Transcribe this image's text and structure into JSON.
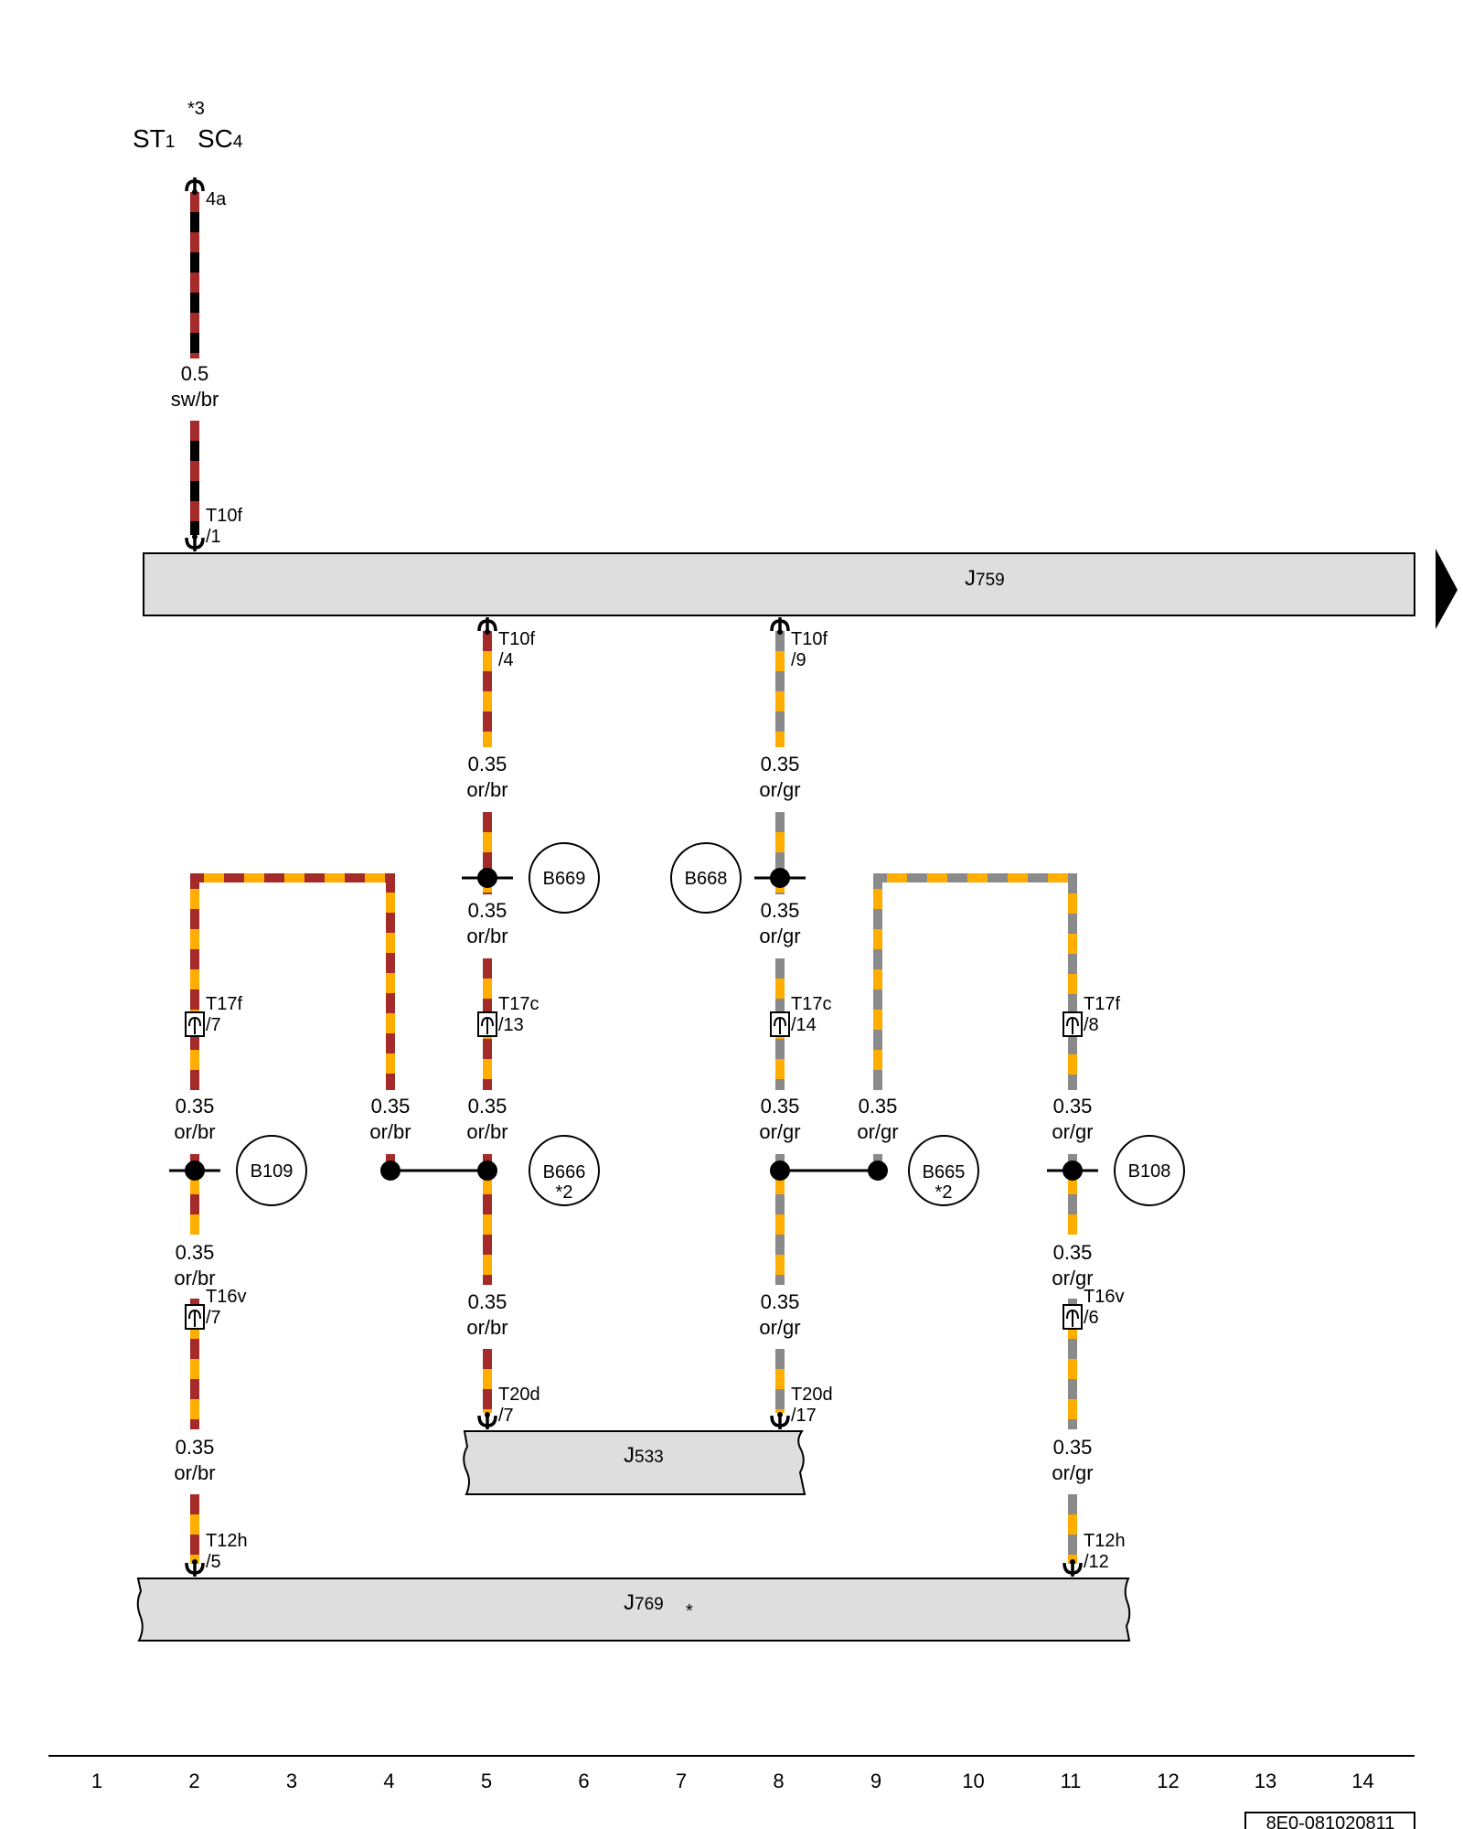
{
  "header": {
    "note": "*3",
    "terminals": [
      {
        "main": "ST",
        "sub": "1"
      },
      {
        "main": "SC",
        "sub": "4"
      }
    ]
  },
  "colors": {
    "black": "#000000",
    "brown": "#a52a2a",
    "orange": "#ffae00",
    "grey": "#8a8a8a",
    "component_fill": "#dedede"
  },
  "components": {
    "J759": {
      "main": "J",
      "sub": "759"
    },
    "J533": {
      "main": "J",
      "sub": "533"
    },
    "J769": {
      "main": "J",
      "sub": "769",
      "note": "*"
    }
  },
  "connectors": {
    "c4a": "4a",
    "t10f_1": {
      "name": "T10f",
      "pin": "/1"
    },
    "t10f_4": {
      "name": "T10f",
      "pin": "/4"
    },
    "t10f_9": {
      "name": "T10f",
      "pin": "/9"
    },
    "t17f_7": {
      "name": "T17f",
      "pin": "/7"
    },
    "t17c_13": {
      "name": "T17c",
      "pin": "/13"
    },
    "t17c_14": {
      "name": "T17c",
      "pin": "/14"
    },
    "t17f_8": {
      "name": "T17f",
      "pin": "/8"
    },
    "t16v_7": {
      "name": "T16v",
      "pin": "/7"
    },
    "t16v_6": {
      "name": "T16v",
      "pin": "/6"
    },
    "t20d_7": {
      "name": "T20d",
      "pin": "/7"
    },
    "t20d_17": {
      "name": "T20d",
      "pin": "/17"
    },
    "t12h_5": {
      "name": "T12h",
      "pin": "/5"
    },
    "t12h_12": {
      "name": "T12h",
      "pin": "/12"
    }
  },
  "wire_labels": {
    "w_swbr": {
      "gauge": "0.5",
      "color": "sw/br"
    },
    "w_top_br": {
      "gauge": "0.35",
      "color": "or/br"
    },
    "w_top_gr": {
      "gauge": "0.35",
      "color": "or/gr"
    },
    "w_mid_br": {
      "gauge": "0.35",
      "color": "or/br"
    },
    "w_mid_gr": {
      "gauge": "0.35",
      "color": "or/gr"
    },
    "w_c2_upper": {
      "gauge": "0.35",
      "color": "or/br"
    },
    "w_c4_upper": {
      "gauge": "0.35",
      "color": "or/br"
    },
    "w_c5_upper": {
      "gauge": "0.35",
      "color": "or/br"
    },
    "w_c8_upper": {
      "gauge": "0.35",
      "color": "or/gr"
    },
    "w_c9_upper": {
      "gauge": "0.35",
      "color": "or/gr"
    },
    "w_c11_upper": {
      "gauge": "0.35",
      "color": "or/gr"
    },
    "w_c2_lower": {
      "gauge": "0.35",
      "color": "or/br"
    },
    "w_c11_lower": {
      "gauge": "0.35",
      "color": "or/gr"
    },
    "w_c5_lower": {
      "gauge": "0.35",
      "color": "or/br"
    },
    "w_c8_lower": {
      "gauge": "0.35",
      "color": "or/gr"
    },
    "w_c2_bottom": {
      "gauge": "0.35",
      "color": "or/br"
    },
    "w_c11_bottom": {
      "gauge": "0.35",
      "color": "or/gr"
    }
  },
  "splices": {
    "b669": {
      "label": "B669"
    },
    "b668": {
      "label": "B668"
    },
    "b109": {
      "label": "B109"
    },
    "b666": {
      "label": "B666",
      "note": "*2"
    },
    "b665": {
      "label": "B665",
      "note": "*2"
    },
    "b108": {
      "label": "B108"
    }
  },
  "ruler": [
    "1",
    "2",
    "3",
    "4",
    "5",
    "6",
    "7",
    "8",
    "9",
    "10",
    "11",
    "12",
    "13",
    "14"
  ],
  "reference_code": "8E0-081020811"
}
